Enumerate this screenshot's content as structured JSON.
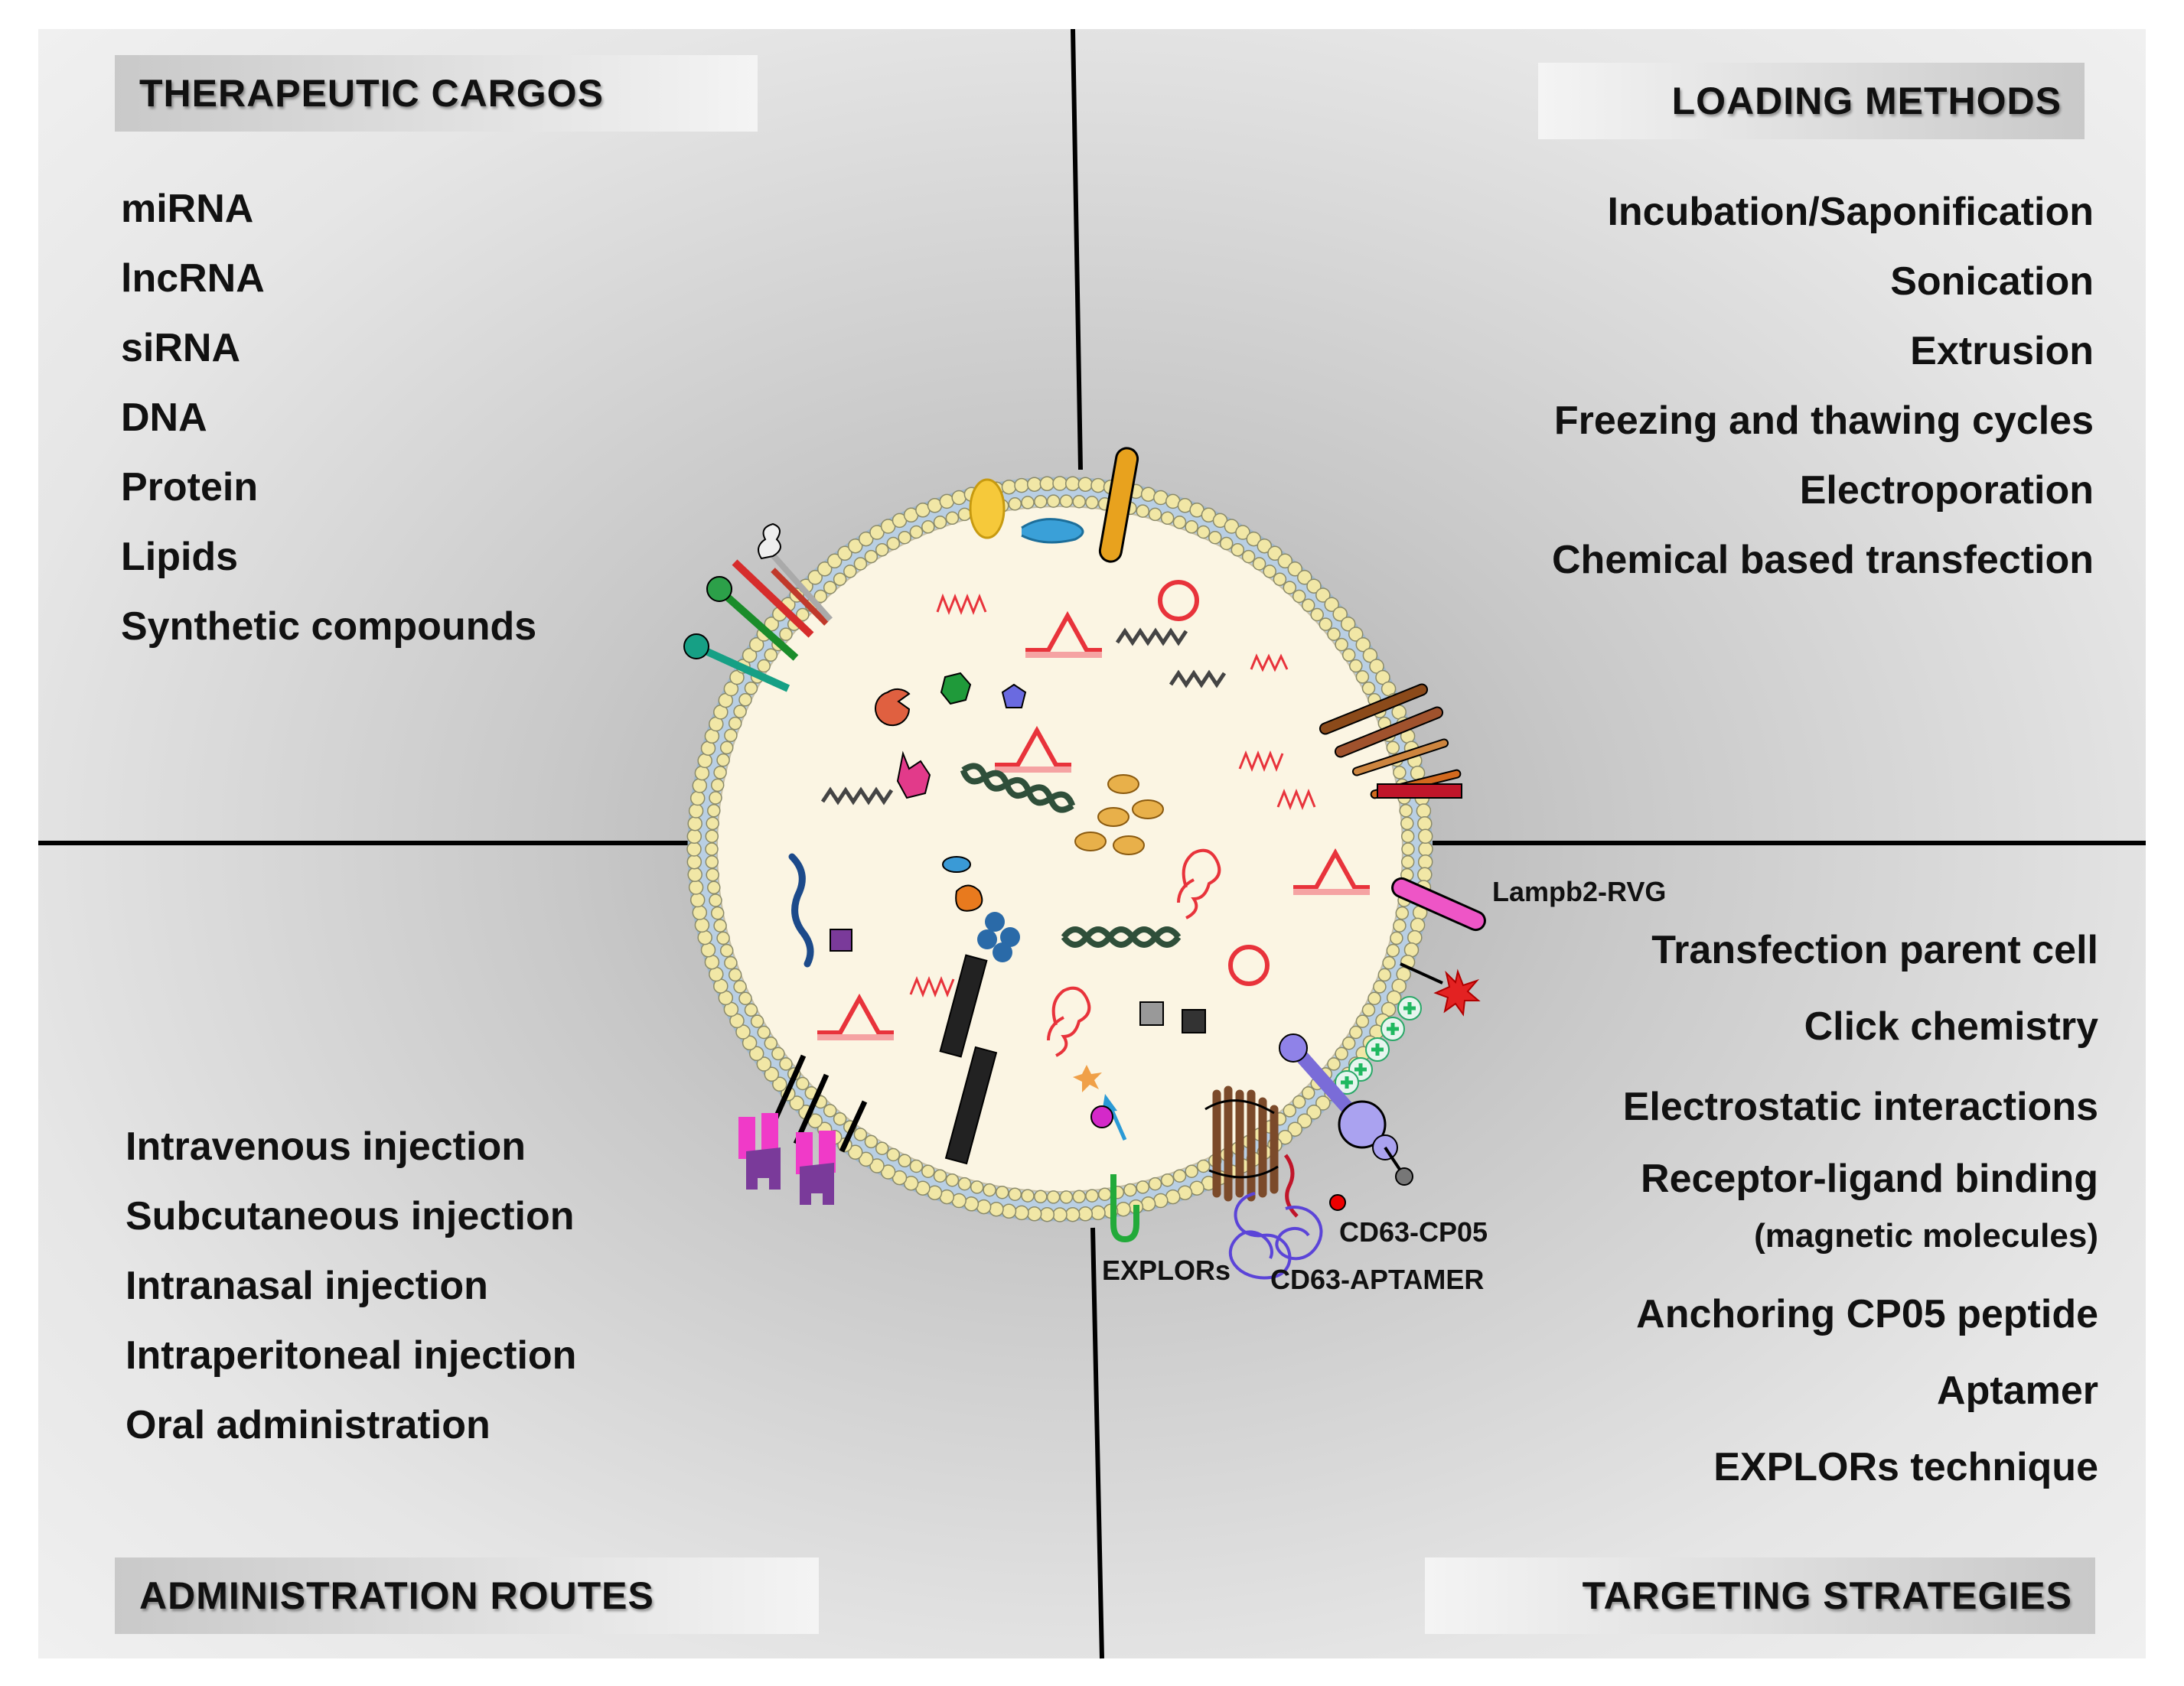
{
  "quadrants": {
    "therapeutic_cargos": {
      "title": "THERAPEUTIC  CARGOS",
      "items": [
        "miRNA",
        "lncRNA",
        "siRNA",
        "DNA",
        "Protein",
        "Lipids",
        "Synthetic compounds"
      ]
    },
    "loading_methods": {
      "title": "LOADING METHODS",
      "items": [
        "Incubation/Saponification",
        "Sonication",
        "Extrusion",
        "Freezing and thawing cycles",
        "Electroporation",
        "Chemical based transfection"
      ]
    },
    "administration_routes": {
      "title": "ADMINISTRATION  ROUTES",
      "items": [
        "Intravenous injection",
        "Subcutaneous injection",
        "Intranasal injection",
        "Intraperitoneal injection",
        "Oral administration"
      ]
    },
    "targeting_strategies": {
      "title": "TARGETING STRATEGIES",
      "items": [
        "Transfection parent cell",
        "Click chemistry",
        "Electrostatic interactions",
        "Receptor-ligand binding",
        "(magnetic molecules)",
        "Anchoring CP05 peptide",
        "Aptamer",
        "EXPLORs technique"
      ]
    }
  },
  "vesicle_labels": {
    "lampb2": "Lampb2-RVG",
    "cd63_cp05": "CD63-CP05",
    "cd63_aptamer": "CD63-APTAMER",
    "explors": "EXPLORs"
  },
  "colors": {
    "vesicle_lumen": "#fbf5e3",
    "lipid_head": "#f1e7a6",
    "membrane": "#b9cfe3",
    "rna_red": "#e8333b"
  }
}
